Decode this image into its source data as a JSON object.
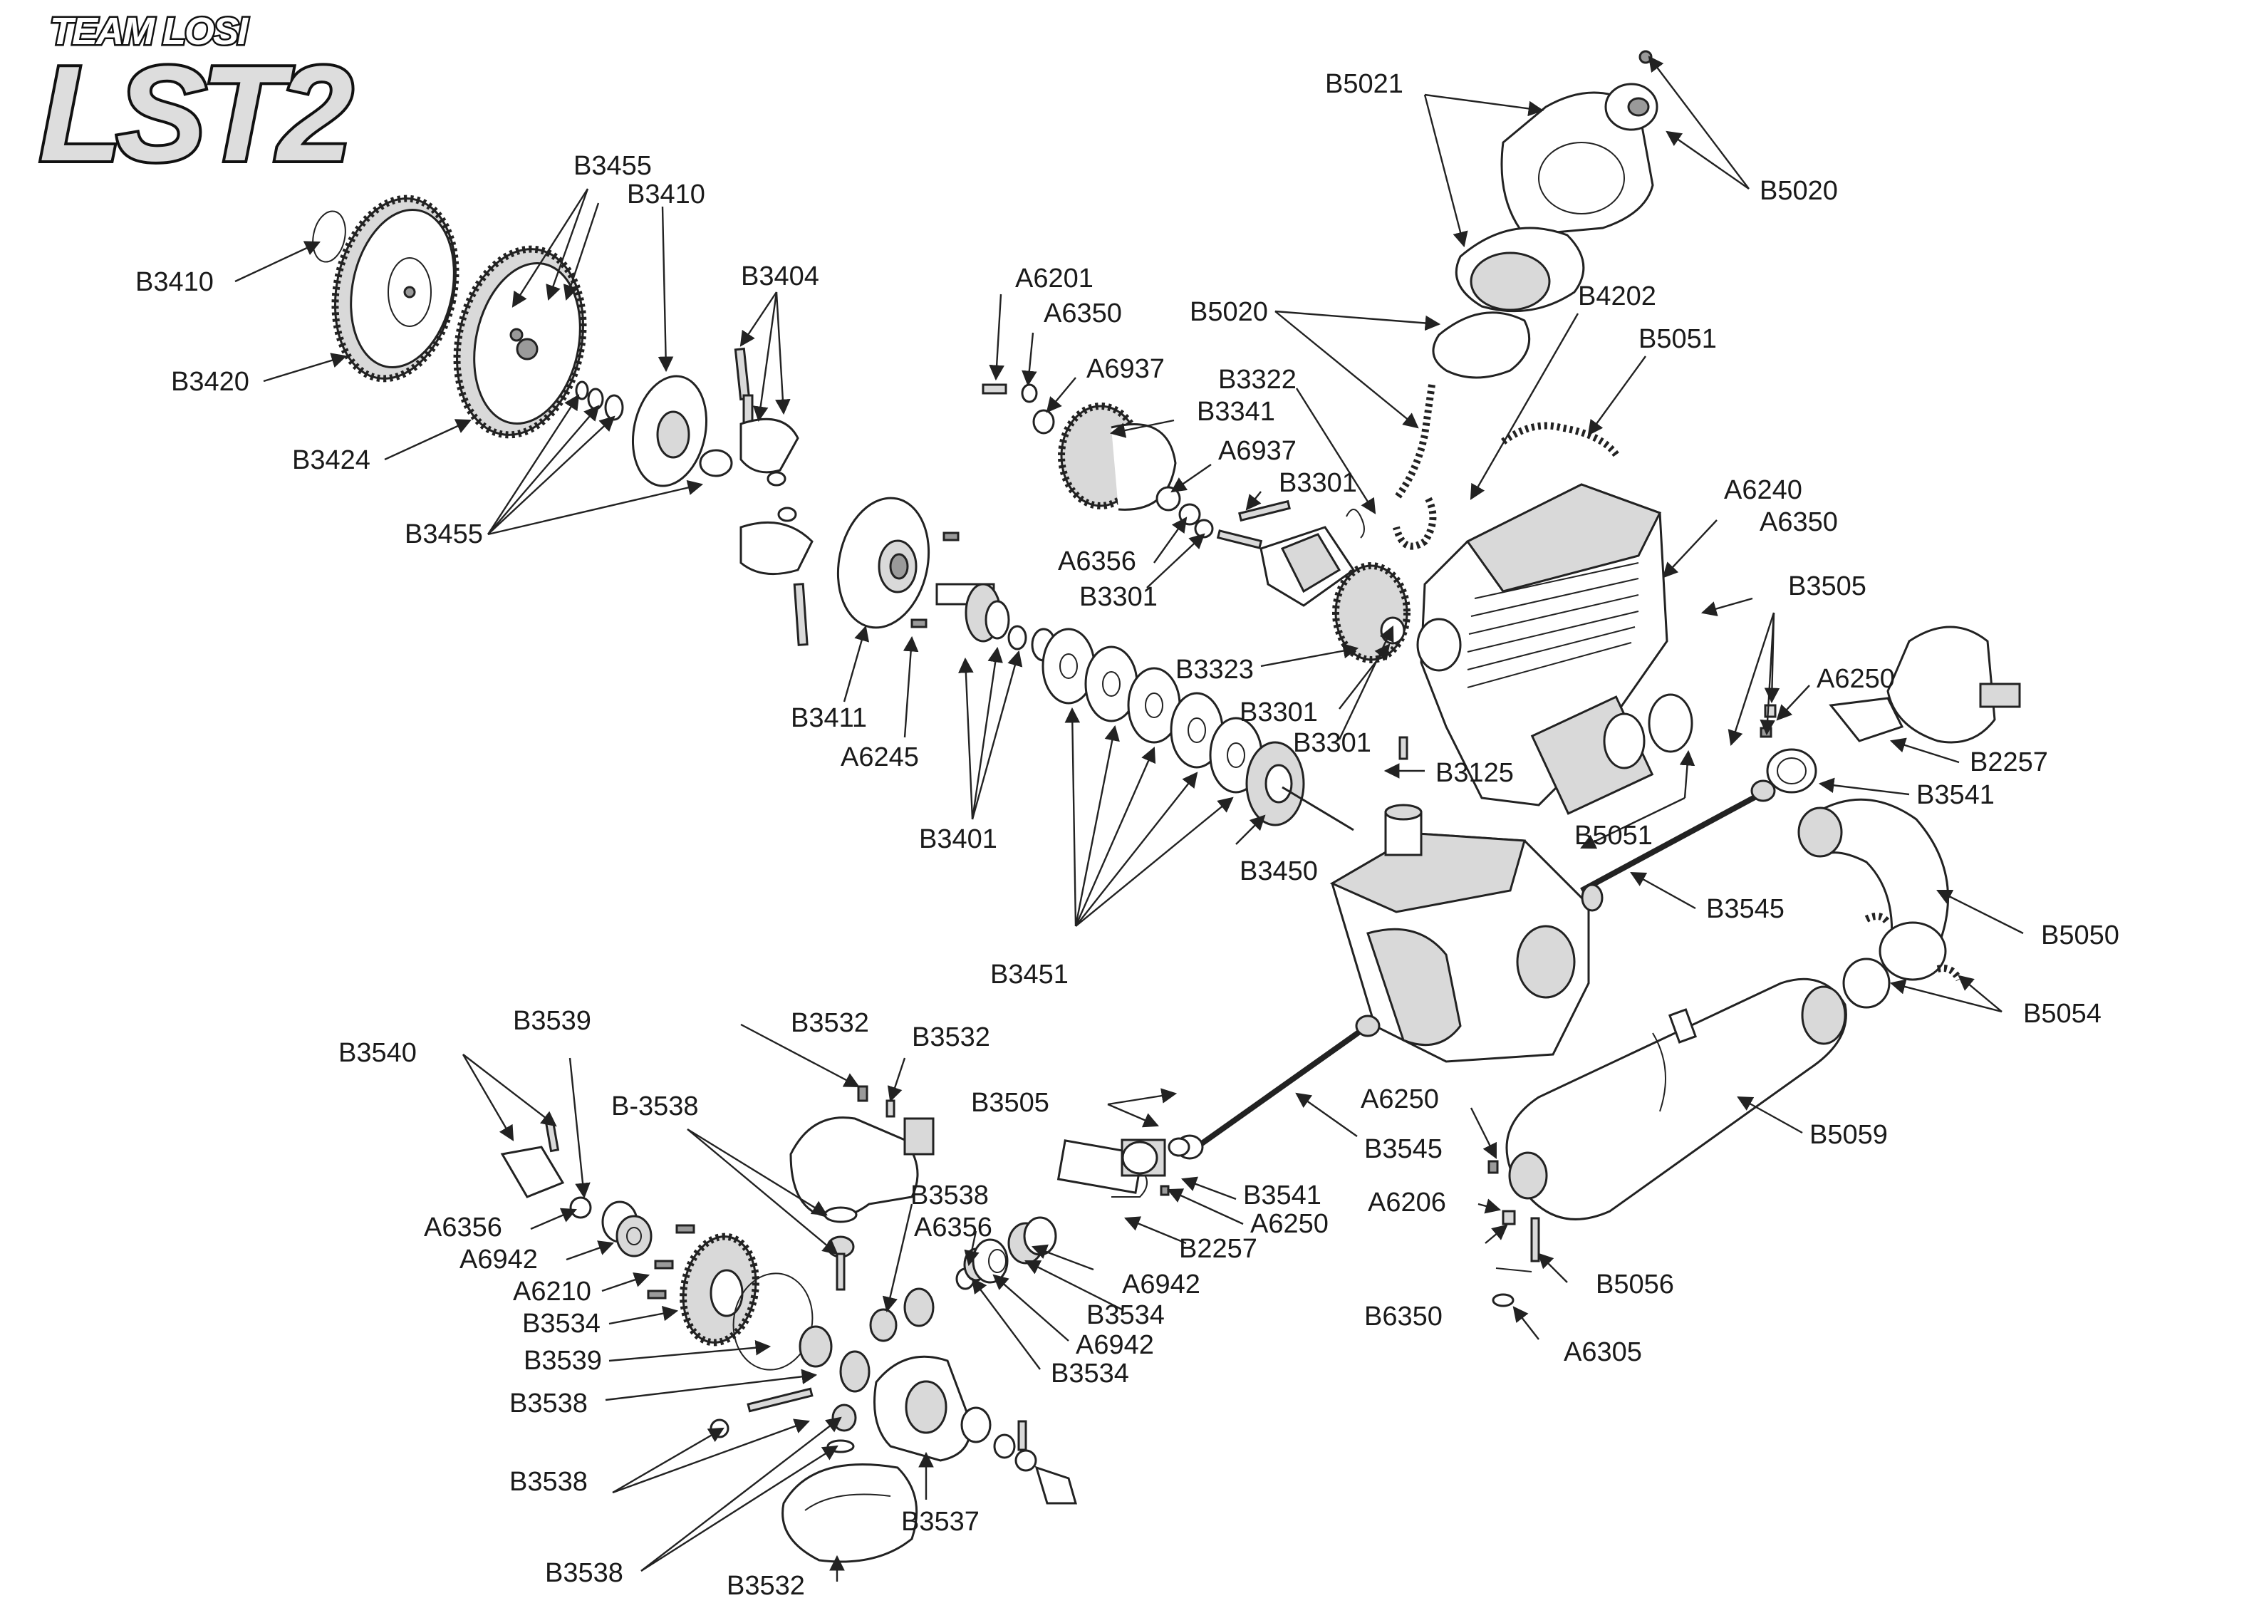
{
  "brand": {
    "line1": "TEAM LOSI",
    "line2": "LST2"
  },
  "labels": {
    "l01": "B5021",
    "l02": "B5020",
    "l03": "B5020",
    "l04": "B4202",
    "l05": "B5051",
    "l06": "A6201",
    "l07": "A6350",
    "l08": "A6937",
    "l09": "B3322",
    "l10": "B3341",
    "l11": "A6937",
    "l12": "B3301",
    "l13": "A6356",
    "l14": "B3301",
    "l15": "A6240",
    "l16": "A6350",
    "l17": "B3505",
    "l18": "A6250",
    "l19": "B2257",
    "l20": "B3541",
    "l21": "B3323",
    "l22": "B3301",
    "l23": "B3301",
    "l24": "B3125",
    "l25": "B5051",
    "l26": "B3545",
    "l27": "B5050",
    "l28": "B5054",
    "l29": "B3455",
    "l30": "B3410",
    "l31": "B3404",
    "l32": "B3410",
    "l33": "B3420",
    "l34": "B3424",
    "l35": "B3455",
    "l36": "B3411",
    "l37": "A6245",
    "l38": "B3401",
    "l39": "B3450",
    "l40": "B3451",
    "l41": "B3540",
    "l42": "B3539",
    "l43": "B3532",
    "l44": "B3532",
    "l45": "B-3538",
    "l46": "B3505",
    "l47": "A6250",
    "l48": "B5059",
    "l49": "B3545",
    "l50": "B3538",
    "l51": "A6356",
    "l52": "A6356",
    "l53": "A6942",
    "l54": "A6210",
    "l55": "B3534",
    "l56": "B3539",
    "l57": "B3541",
    "l58": "A6250",
    "l59": "A6206",
    "l60": "B2257",
    "l61": "A6942",
    "l62": "B3534",
    "l63": "A6942",
    "l64": "B3534",
    "l65": "B6350",
    "l66": "B5056",
    "l67": "A6305",
    "l68": "B3538",
    "l69": "B3538",
    "l70": "B3537",
    "l71": "B3538",
    "l72": "B3532"
  }
}
